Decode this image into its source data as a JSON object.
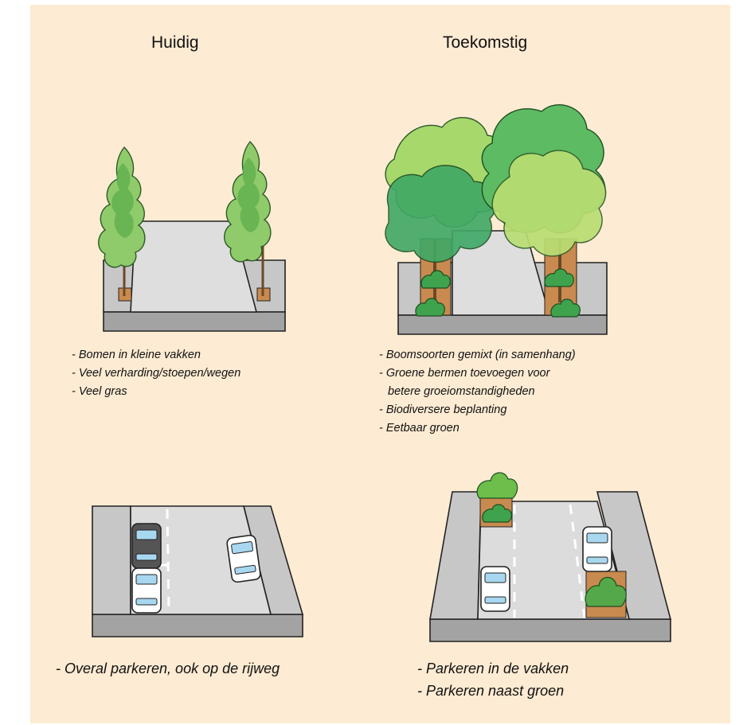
{
  "headings": {
    "current": "Huidig",
    "future": "Toekomstig"
  },
  "bullets": {
    "current_green": [
      "- Bomen in kleine vakken",
      "- Veel verharding/stoepen/wegen",
      "- Veel gras"
    ],
    "future_green": [
      "- Boomsoorten gemixt (in samenhang)",
      "- Groene bermen toevoegen voor",
      "betere groeiomstandigheden",
      "- Biodiversere beplanting",
      "- Eetbaar groen"
    ],
    "current_parking": [
      "- Overal parkeren, ook op de rijweg"
    ],
    "future_parking": [
      "- Parkeren in de vakken",
      "- Parkeren naast groen"
    ]
  },
  "colors": {
    "background": "#fdebd3",
    "pavement_top": "#c8c8c8",
    "pavement_side": "#a5a5a5",
    "road": "#dcdcdc",
    "tree_light": "#9fd36c",
    "tree_mid": "#5cb85c",
    "tree_dark": "#2f9e5a",
    "soil": "#c98a4f",
    "trunk": "#8a5a2b",
    "car_window": "#a8d8f0"
  },
  "icons": [
    "tree-icon",
    "shrub-icon",
    "car-icon"
  ]
}
